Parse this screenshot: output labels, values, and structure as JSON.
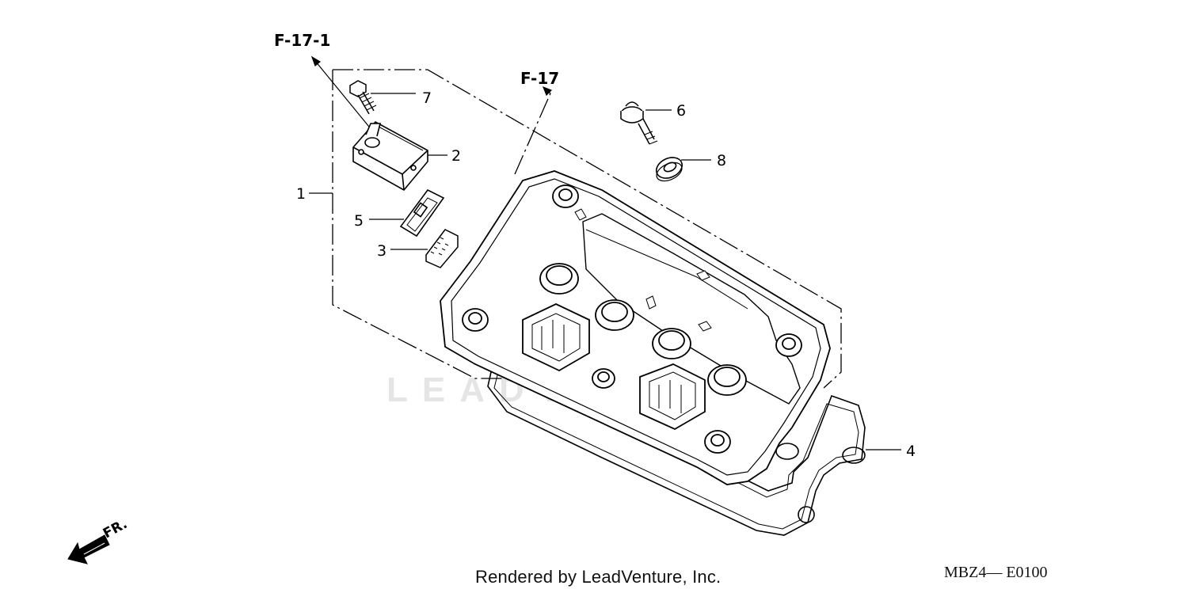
{
  "references": {
    "f17_1": "F-17-1",
    "f17": "F-17"
  },
  "callouts": {
    "c1": "1",
    "c2": "2",
    "c3": "3",
    "c4": "4",
    "c5": "5",
    "c6": "6",
    "c7": "7",
    "c8": "8"
  },
  "front_arrow_label": "FR.",
  "watermark": "LEADVENTURE",
  "footer": {
    "rendered_by": "Rendered by LeadVenture, Inc.",
    "diagram_code": "MBZ4— E0100"
  }
}
